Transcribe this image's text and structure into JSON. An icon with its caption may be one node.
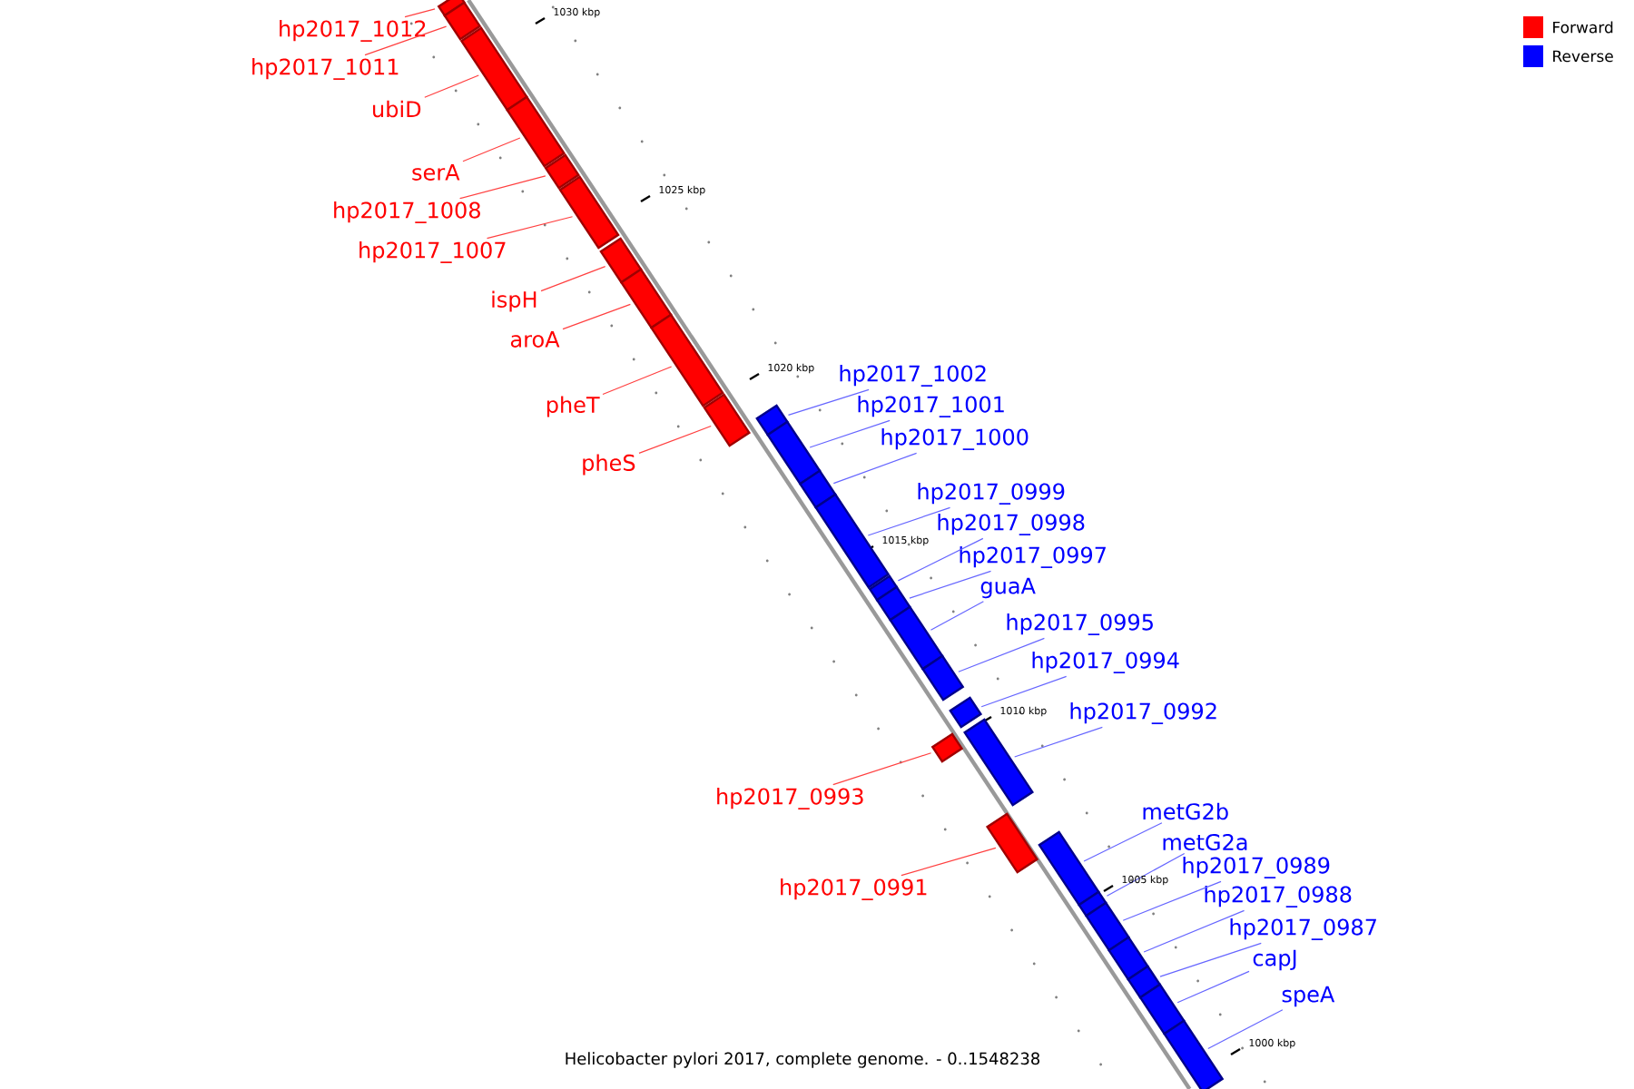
{
  "diagram": {
    "caption": "Helicobacter pylori 2017, complete genome. - 0..1548238",
    "nodes": [
      {
        "text": [
          "hp2017_1012"
        ]
      },
      {
        "text": [
          "hp2017_1011"
        ]
      },
      {
        "text": [
          "ubiD"
        ]
      },
      {
        "text": [
          "serA"
        ]
      },
      {
        "text": [
          "hp2017_1008"
        ]
      },
      {
        "text": [
          "hp2017_1007"
        ]
      },
      {
        "text": [
          "ispH"
        ]
      },
      {
        "text": [
          "aroA"
        ]
      },
      {
        "text": [
          "pheT"
        ]
      },
      {
        "text": [
          "pheS"
        ]
      },
      {
        "text": [
          "hp2017_1002"
        ]
      },
      {
        "text": [
          "hp2017_1001"
        ]
      },
      {
        "text": [
          "hp2017_1000"
        ]
      },
      {
        "text": [
          "hp2017_0999"
        ]
      },
      {
        "text": [
          "hp2017_0998"
        ]
      },
      {
        "text": [
          "hp2017_0997"
        ]
      },
      {
        "text": [
          "guaA"
        ]
      },
      {
        "text": [
          "hp2017_0995"
        ]
      },
      {
        "text": [
          "hp2017_0994"
        ]
      },
      {
        "text": [
          "hp2017_0992"
        ]
      },
      {
        "text": [
          "hp2017_0993"
        ]
      },
      {
        "text": [
          "hp2017_0991"
        ]
      },
      {
        "text": [
          "metG2b"
        ]
      },
      {
        "text": [
          "metG2a"
        ]
      },
      {
        "text": [
          "hp2017_0989"
        ]
      },
      {
        "text": [
          "hp2017_0988"
        ]
      },
      {
        "text": [
          "hp2017_0987"
        ]
      },
      {
        "text": [
          "capJ"
        ]
      },
      {
        "text": [
          "speA"
        ]
      },
      {
        "text": [],
        "shape": "bar"
      },
      {
        "text": [],
        "shape": "bar"
      },
      {
        "text": [],
        "shape": "bar"
      },
      {
        "text": [],
        "shape": "bar"
      },
      {
        "text": [],
        "shape": "bar"
      },
      {
        "text": [],
        "shape": "bar"
      },
      {
        "text": [],
        "shape": "bar"
      },
      {
        "text": [],
        "shape": "bar"
      },
      {
        "text": [],
        "shape": "bar"
      },
      {
        "text": [],
        "shape": "bar"
      },
      {
        "text": [],
        "shape": "bar"
      },
      {
        "text": [],
        "shape": "bar"
      },
      {
        "text": [],
        "shape": "bar"
      },
      {
        "text": [],
        "shape": "bar"
      },
      {
        "text": [],
        "shape": "bar"
      },
      {
        "text": [],
        "shape": "bar"
      },
      {
        "text": [],
        "shape": "bar"
      },
      {
        "text": [],
        "shape": "bar"
      },
      {
        "text": [],
        "shape": "bar"
      },
      {
        "text": [],
        "shape": "bar"
      },
      {
        "text": [],
        "shape": "bar"
      },
      {
        "text": [],
        "shape": "bar"
      },
      {
        "text": [],
        "shape": "bar"
      },
      {
        "text": [],
        "shape": "bar"
      },
      {
        "text": [],
        "shape": "bar"
      },
      {
        "text": [],
        "shape": "bar"
      },
      {
        "text": [],
        "shape": "bar"
      },
      {
        "text": [],
        "shape": "bar"
      },
      {
        "text": [],
        "shape": "bar"
      }
    ],
    "edges": [
      {
        "from": 0,
        "to": 29,
        "arrow": "none",
        "color": "#ff4040"
      },
      {
        "from": 1,
        "to": 30,
        "arrow": "none",
        "color": "#ff4040"
      },
      {
        "from": 2,
        "to": 31,
        "arrow": "none",
        "color": "#ff4040"
      },
      {
        "from": 3,
        "to": 32,
        "arrow": "none",
        "color": "#ff4040"
      },
      {
        "from": 4,
        "to": 33,
        "arrow": "none",
        "color": "#ff4040"
      },
      {
        "from": 5,
        "to": 34,
        "arrow": "none",
        "color": "#ff4040"
      },
      {
        "from": 6,
        "to": 35,
        "arrow": "none",
        "color": "#ff4040"
      },
      {
        "from": 7,
        "to": 36,
        "arrow": "none",
        "color": "#ff4040"
      },
      {
        "from": 8,
        "to": 37,
        "arrow": "none",
        "color": "#ff4040"
      },
      {
        "from": 9,
        "to": 38,
        "arrow": "none",
        "color": "#ff4040"
      },
      {
        "from": 10,
        "to": 39,
        "arrow": "none"
      },
      {
        "from": 11,
        "to": 40,
        "arrow": "none"
      },
      {
        "from": 12,
        "to": 41,
        "arrow": "none"
      },
      {
        "from": 13,
        "to": 42,
        "arrow": "none"
      },
      {
        "from": 14,
        "to": 43,
        "arrow": "none"
      },
      {
        "from": 15,
        "to": 44,
        "arrow": "none"
      },
      {
        "from": 16,
        "to": 45,
        "arrow": "none"
      },
      {
        "from": 17,
        "to": 46,
        "arrow": "none"
      },
      {
        "from": 18,
        "to": 47,
        "arrow": "none"
      },
      {
        "from": 19,
        "to": 48,
        "arrow": "none"
      },
      {
        "from": 20,
        "to": 49,
        "arrow": "none",
        "color": "#ff4040"
      },
      {
        "from": 21,
        "to": 50,
        "arrow": "none",
        "color": "#ff4040"
      },
      {
        "from": 22,
        "to": 51,
        "arrow": "none"
      },
      {
        "from": 23,
        "to": 52,
        "arrow": "none"
      },
      {
        "from": 24,
        "to": 53,
        "arrow": "none"
      },
      {
        "from": 25,
        "to": 54,
        "arrow": "none"
      },
      {
        "from": 26,
        "to": 55,
        "arrow": "none"
      },
      {
        "from": 27,
        "to": 56,
        "arrow": "none"
      },
      {
        "from": 28,
        "to": 57,
        "arrow": "none"
      }
    ],
    "labels": [
      "1030 kbp",
      "1025 kbp",
      "1020 kbp",
      "1015 kbp",
      "1010 kbp",
      "1005 kbp",
      "1000 kbp"
    ],
    "legend": [
      {
        "text": "Forward",
        "color": "#ff0000"
      },
      {
        "text": "Reverse",
        "color": "#0000ff"
      }
    ]
  }
}
